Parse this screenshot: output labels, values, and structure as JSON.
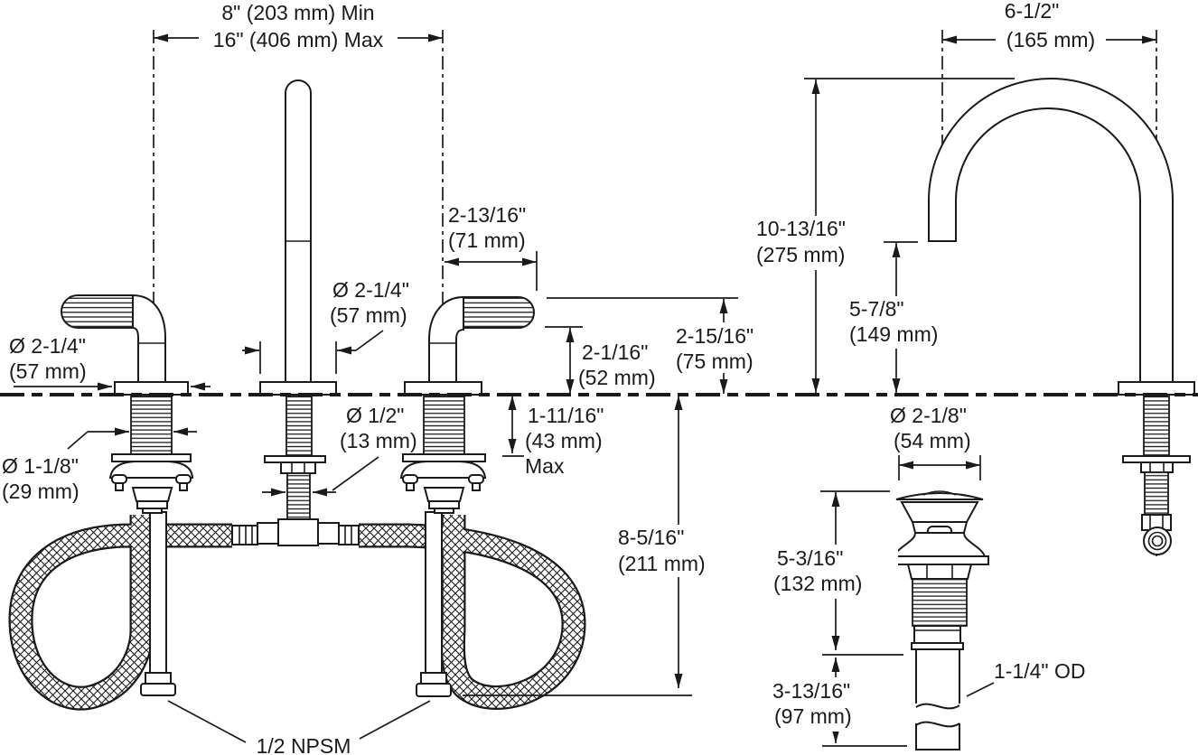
{
  "drawing_type": "faucet-installation-dimension-diagram",
  "colors": {
    "ink": "#1a1a1a",
    "paper": "#ffffff"
  },
  "dims": {
    "spread_min": "8\" (203 mm) Min",
    "spread_max": "16\" (406 mm) Max",
    "handle_escutcheon_dia": "Ø 2-1/4\"",
    "handle_escutcheon_dia_mm": "(57 mm)",
    "spout_escutcheon_dia": "Ø 2-1/4\"",
    "spout_escutcheon_dia_mm": "(57 mm)",
    "handle_extent": "2-13/16\"",
    "handle_extent_mm": "(71 mm)",
    "handle_grip_height": "2-1/16\"",
    "handle_grip_height_mm": "(52 mm)",
    "handle_top_height": "2-15/16\"",
    "handle_top_height_mm": "(75 mm)",
    "handle_shank_dia": "Ø 1-1/8\"",
    "handle_shank_dia_mm": "(29 mm)",
    "spout_shank_dia": "Ø 1/2\"",
    "spout_shank_dia_mm": "(13 mm)",
    "deck_thickness": "1-11/16\"",
    "deck_thickness_mm": "(43 mm)",
    "deck_thickness_note": "Max",
    "supply_length": "8-5/16\"",
    "supply_length_mm": "(211 mm)",
    "supply_thread": "1/2 NPSM",
    "spout_reach": "6-1/2\"",
    "spout_reach_mm": "(165 mm)",
    "spout_height": "10-13/16\"",
    "spout_height_mm": "(275 mm)",
    "outlet_height": "5-7/8\"",
    "outlet_height_mm": "(149 mm)",
    "drain_flange_dia": "Ø 2-1/8\"",
    "drain_flange_dia_mm": "(54 mm)",
    "drain_upper_length": "5-3/16\"",
    "drain_upper_length_mm": "(132 mm)",
    "tailpiece_length": "3-13/16\"",
    "tailpiece_length_mm": "(97 mm)",
    "tailpiece_od": "1-1/4\" OD"
  }
}
